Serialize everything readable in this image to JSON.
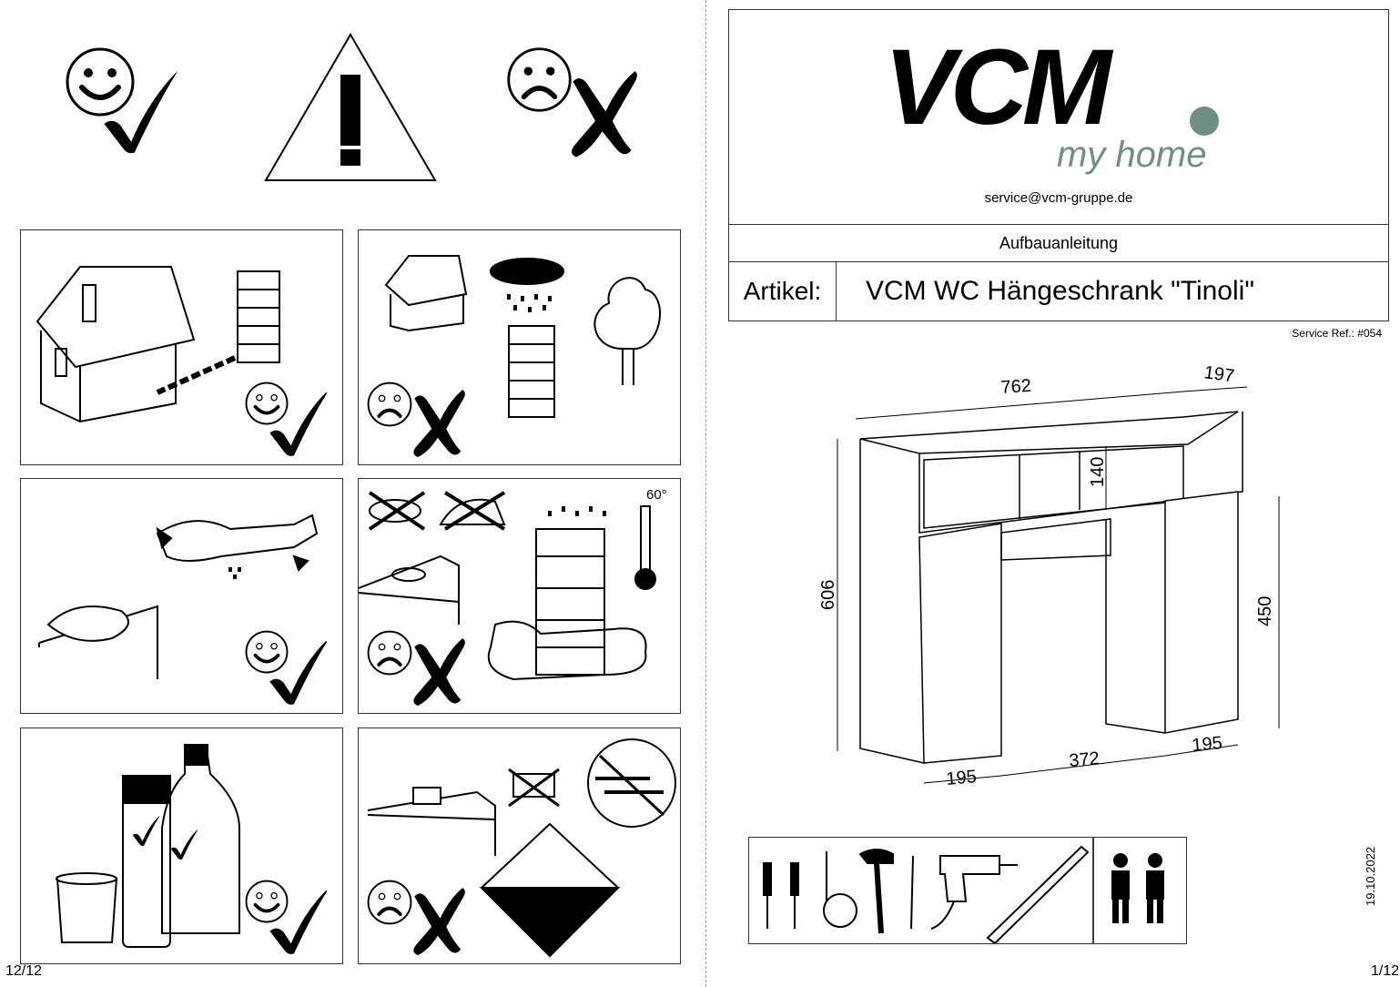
{
  "left_page": {
    "page_number": "12/12",
    "legend": {
      "good": "smiley-check",
      "warning": "warning-triangle",
      "bad": "frown-cross"
    },
    "panels": [
      {
        "name": "indoor-use",
        "verdict": "good"
      },
      {
        "name": "no-outdoor-use",
        "verdict": "bad"
      },
      {
        "name": "wipe-dry-with-gloves",
        "verdict": "good"
      },
      {
        "name": "no-heat-or-water",
        "verdict": "bad",
        "temperature_label": "60°"
      },
      {
        "name": "mild-cleaners",
        "verdict": "good"
      },
      {
        "name": "no-abrasives-or-corrosives",
        "verdict": "bad"
      }
    ]
  },
  "right_page": {
    "brand": {
      "logo_text": "VCM",
      "tagline": "my home",
      "dot_color": "#6f8f86"
    },
    "email": "service@vcm-gruppe.de",
    "doc_type": "Aufbauanleitung",
    "article_label": "Artikel:",
    "article_title": "VCM WC Hängeschrank \"Tinoli\"",
    "service_ref": "Service Ref.: #054",
    "dimensions": {
      "width": "762",
      "depth": "197",
      "height": "606",
      "shelf_height": "140",
      "door_height": "450",
      "door_left_width": "195",
      "gap_width": "372",
      "door_right_width": "195"
    },
    "date": "19.10.2022",
    "page_number": "1/12",
    "tools": [
      "screwdriver",
      "screwdriver",
      "tape-measure",
      "hammer",
      "awl",
      "drill",
      "spirit-level"
    ],
    "persons_required": 2
  }
}
